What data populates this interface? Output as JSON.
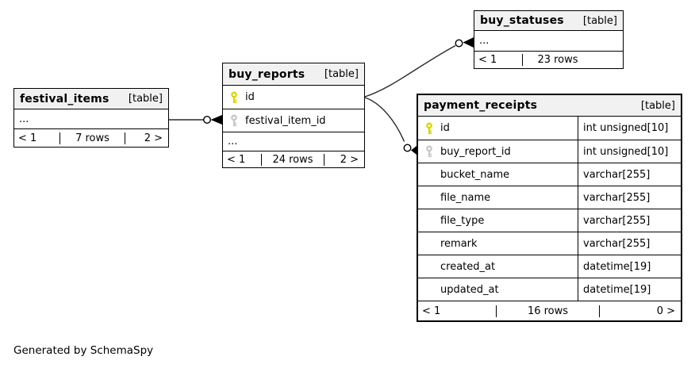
{
  "diagram": {
    "credit": "Generated by SchemaSpy"
  },
  "colors": {
    "header_bg": "#f1f1f1",
    "border": "#000000",
    "edge": "#2a2a2a",
    "primary_key": "#d8d800",
    "foreign_key": "#c8c8c8"
  },
  "tables": [
    {
      "name": "festival_items",
      "tag": "[table]",
      "columns": [
        {
          "name": "..."
        }
      ],
      "pager": {
        "prev": "< 1",
        "rows": "7 rows",
        "next": "2 >"
      }
    },
    {
      "name": "buy_reports",
      "tag": "[table]",
      "columns": [
        {
          "name": "id",
          "key": "primary"
        },
        {
          "name": "festival_item_id",
          "key": "foreign"
        },
        {
          "name": "..."
        }
      ],
      "pager": {
        "prev": "< 1",
        "rows": "24 rows",
        "next": "2 >"
      }
    },
    {
      "name": "buy_statuses",
      "tag": "[table]",
      "columns": [
        {
          "name": "..."
        }
      ],
      "pager": {
        "prev": "< 1",
        "rows": "23 rows",
        "next": ""
      }
    },
    {
      "name": "payment_receipts",
      "tag": "[table]",
      "columns": [
        {
          "name": "id",
          "type": "int unsigned[10]",
          "key": "primary"
        },
        {
          "name": "buy_report_id",
          "type": "int unsigned[10]",
          "key": "foreign"
        },
        {
          "name": "bucket_name",
          "type": "varchar[255]"
        },
        {
          "name": "file_name",
          "type": "varchar[255]"
        },
        {
          "name": "file_type",
          "type": "varchar[255]"
        },
        {
          "name": "remark",
          "type": "varchar[255]"
        },
        {
          "name": "created_at",
          "type": "datetime[19]"
        },
        {
          "name": "updated_at",
          "type": "datetime[19]"
        }
      ],
      "pager": {
        "prev": "< 1",
        "rows": "16 rows",
        "next": "0 >"
      }
    }
  ],
  "relationships": [
    {
      "parent": "festival_items",
      "child": "buy_reports.festival_item_id"
    },
    {
      "parent": "buy_reports.id",
      "child": "buy_statuses"
    },
    {
      "parent": "buy_reports.id",
      "child": "payment_receipts.buy_report_id"
    }
  ]
}
